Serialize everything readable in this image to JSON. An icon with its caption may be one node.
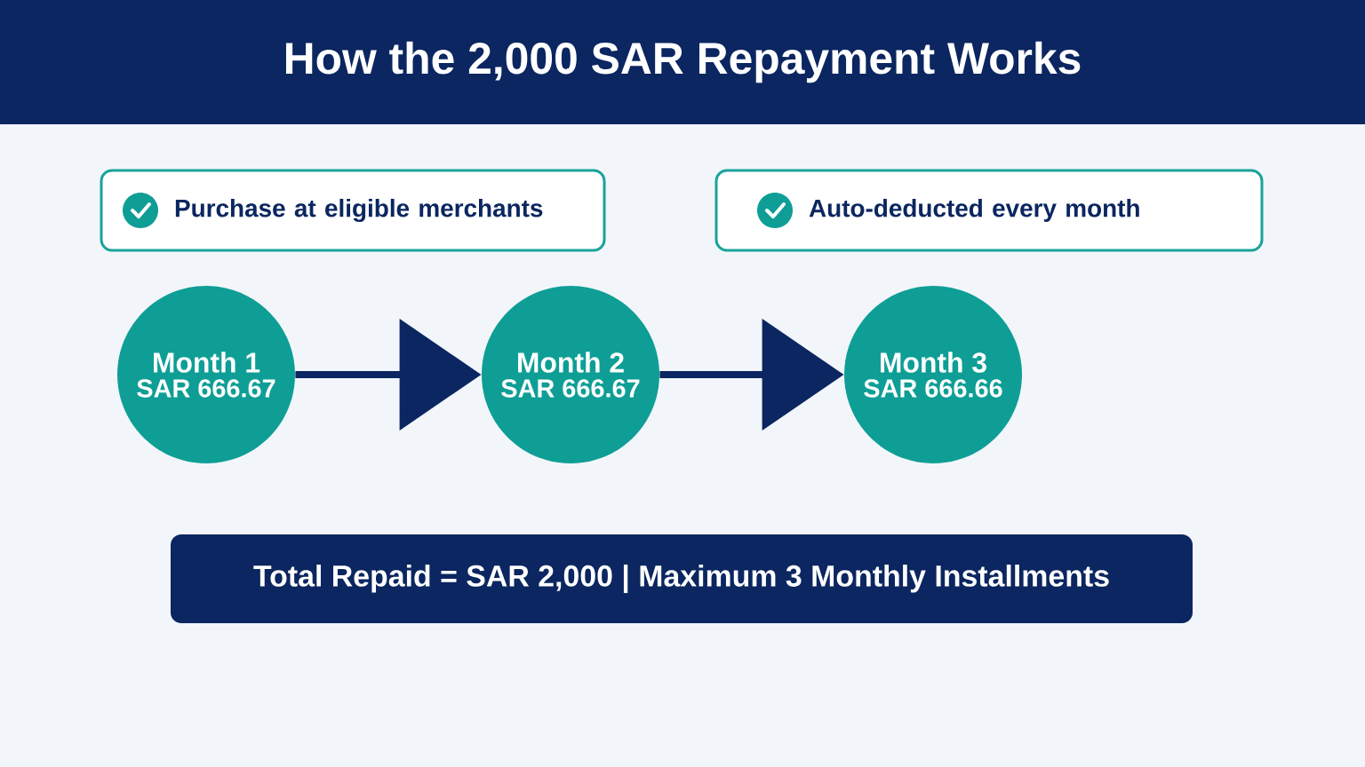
{
  "diagram": {
    "title": "How the 2,000 SAR Repayment Works",
    "nodes": [
      {
        "text": [
          "Purchase at eligible merchants"
        ]
      },
      {
        "text": [
          "Auto-deducted every month"
        ]
      },
      {
        "text": [
          "Month 1",
          "SAR 666.67"
        ]
      },
      {
        "text": [
          "Month 2",
          "SAR 666.67"
        ]
      },
      {
        "text": [
          "Month 3",
          "SAR 666.66"
        ]
      },
      {
        "text": [
          "Total Repaid = SAR 2,000 | Maximum 3 Monthly Installments"
        ]
      }
    ],
    "edges": [
      {
        "from": 2,
        "to": 3,
        "arrow": "to"
      },
      {
        "from": 3,
        "to": 4,
        "arrow": "to"
      }
    ]
  }
}
